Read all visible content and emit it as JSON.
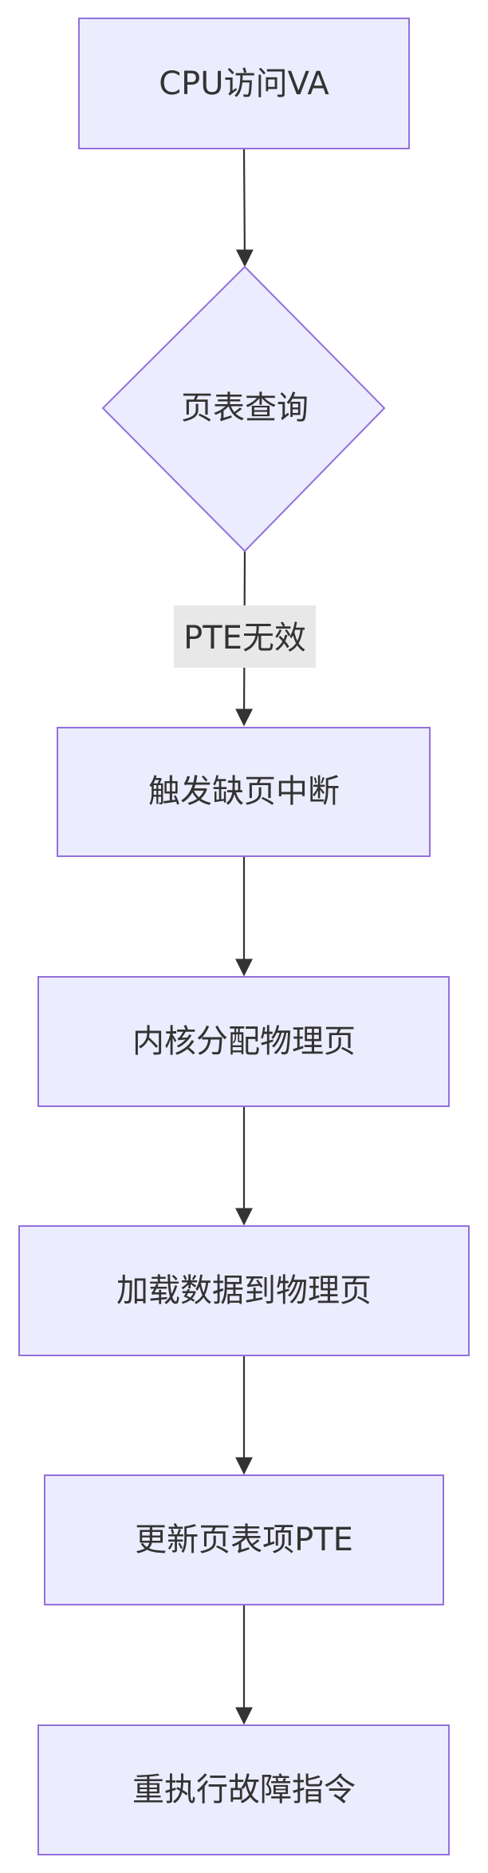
{
  "diagram": {
    "nodes": {
      "cpu_access": "CPU访问VA",
      "page_table_lookup": "页表查询",
      "page_fault": "触发缺页中断",
      "alloc_page": "内核分配物理页",
      "load_data": "加载数据到物理页",
      "update_pte": "更新页表项PTE",
      "retry_instruction": "重执行故障指令"
    },
    "edges": {
      "lookup_to_fault_label": "PTE无效"
    },
    "colors": {
      "node_fill": "#ececff",
      "node_stroke": "#9370db",
      "edge": "#333333",
      "edge_label_bg": "#e8e8e8",
      "text": "#333333"
    }
  }
}
